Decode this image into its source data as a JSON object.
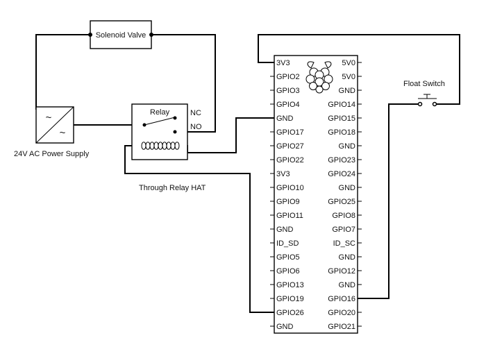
{
  "components": {
    "solenoid": {
      "label": "Solenoid Valve"
    },
    "power_supply": {
      "label": "24V AC Power Supply"
    },
    "relay": {
      "label": "Relay",
      "nc_label": "NC",
      "no_label": "NO"
    },
    "relay_note": "Through Relay HAT",
    "float_switch": {
      "label": "Float Switch"
    }
  },
  "header": {
    "left_pins": [
      "3V3",
      "GPIO2",
      "GPIO3",
      "GPIO4",
      "GND",
      "GPIO17",
      "GPIO27",
      "GPIO22",
      "3V3",
      "GPIO10",
      "GPIO9",
      "GPIO11",
      "GND",
      "ID_SD",
      "GPIO5",
      "GPIO6",
      "GPIO13",
      "GPIO19",
      "GPIO26",
      "GND"
    ],
    "right_pins": [
      "5V0",
      "5V0",
      "GND",
      "GPIO14",
      "GPIO15",
      "GPIO18",
      "GND",
      "GPIO23",
      "GPIO24",
      "GND",
      "GPIO25",
      "GPIO8",
      "GPIO7",
      "ID_SC",
      "GND",
      "GPIO12",
      "GND",
      "GPIO16",
      "GPIO20",
      "GPIO21"
    ],
    "logo": "raspberry-pi-logo"
  }
}
